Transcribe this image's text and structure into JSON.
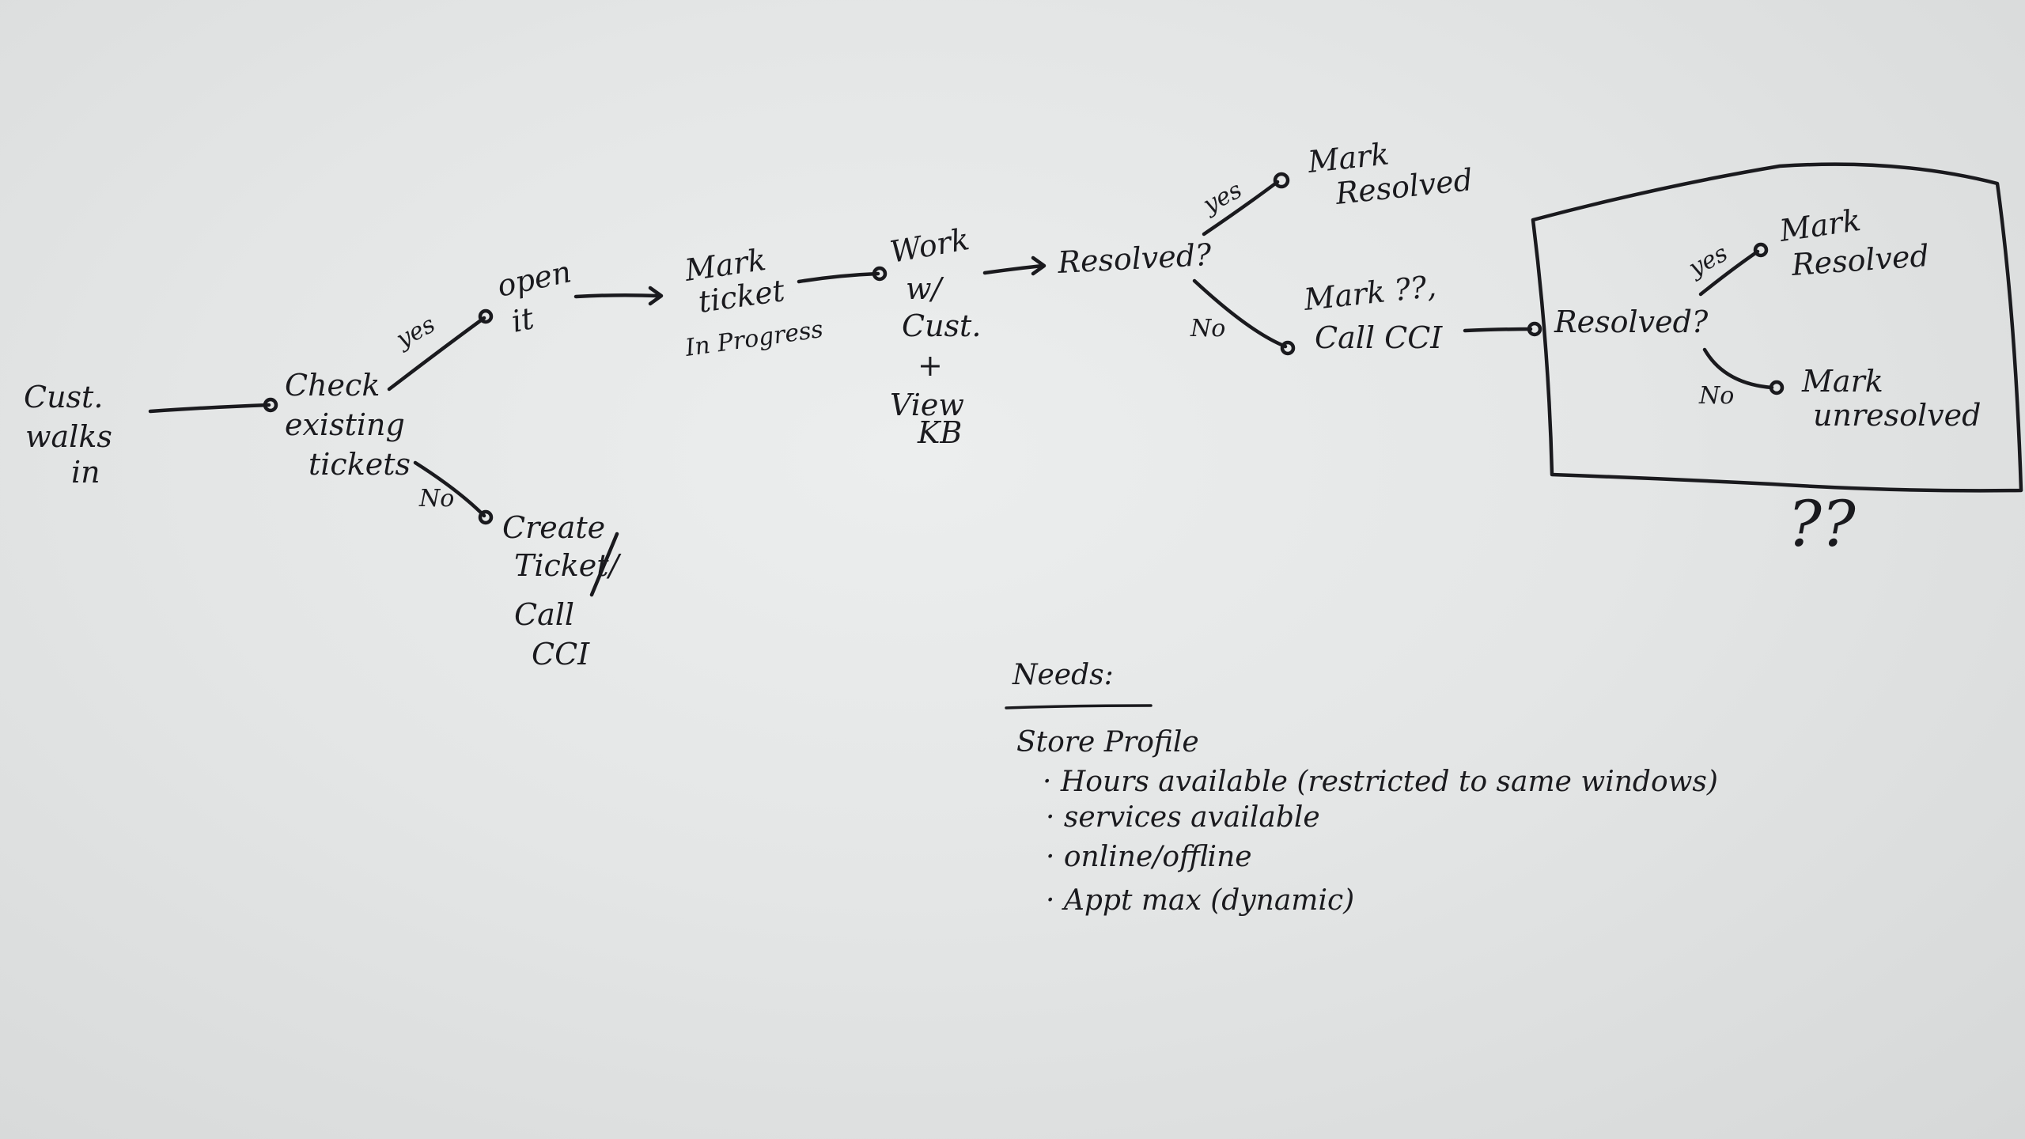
{
  "nodes": {
    "cust_walks_in": [
      "Cust.",
      "walks",
      "in"
    ],
    "check_existing": [
      "Check",
      "existing",
      "tickets"
    ],
    "open_it": [
      "open",
      "it"
    ],
    "create_ticket": [
      "Create",
      "Ticket/",
      "Call",
      "CCI"
    ],
    "mark_in_progress": [
      "Mark",
      "ticket",
      "In Progress"
    ],
    "work_with_cust": [
      "Work",
      "w/",
      "Cust.",
      "+",
      "View",
      "KB"
    ],
    "resolved_1": "Resolved?",
    "mark_resolved_1": [
      "Mark",
      "Resolved"
    ],
    "mark_call_cci": [
      "Mark ??,",
      "Call CCI"
    ],
    "resolved_2": "Resolved?",
    "mark_resolved_2": [
      "Mark",
      "Resolved"
    ],
    "mark_unresolved": [
      "Mark",
      "unresolved"
    ],
    "box_question": "??"
  },
  "edge_labels": {
    "check_yes": "yes",
    "check_no": "No",
    "resolved1_yes": "yes",
    "resolved1_no": "No",
    "resolved2_yes": "yes",
    "resolved2_no": "No"
  },
  "notes": {
    "heading": "Needs:",
    "subheading": "Store Profile",
    "items": [
      "· Hours available (restricted to same windows)",
      "· services available",
      "· online/offline",
      "· Appt max (dynamic)"
    ]
  },
  "colors": {
    "ink": "#1a1a1e",
    "board": "#e6e8e8"
  }
}
